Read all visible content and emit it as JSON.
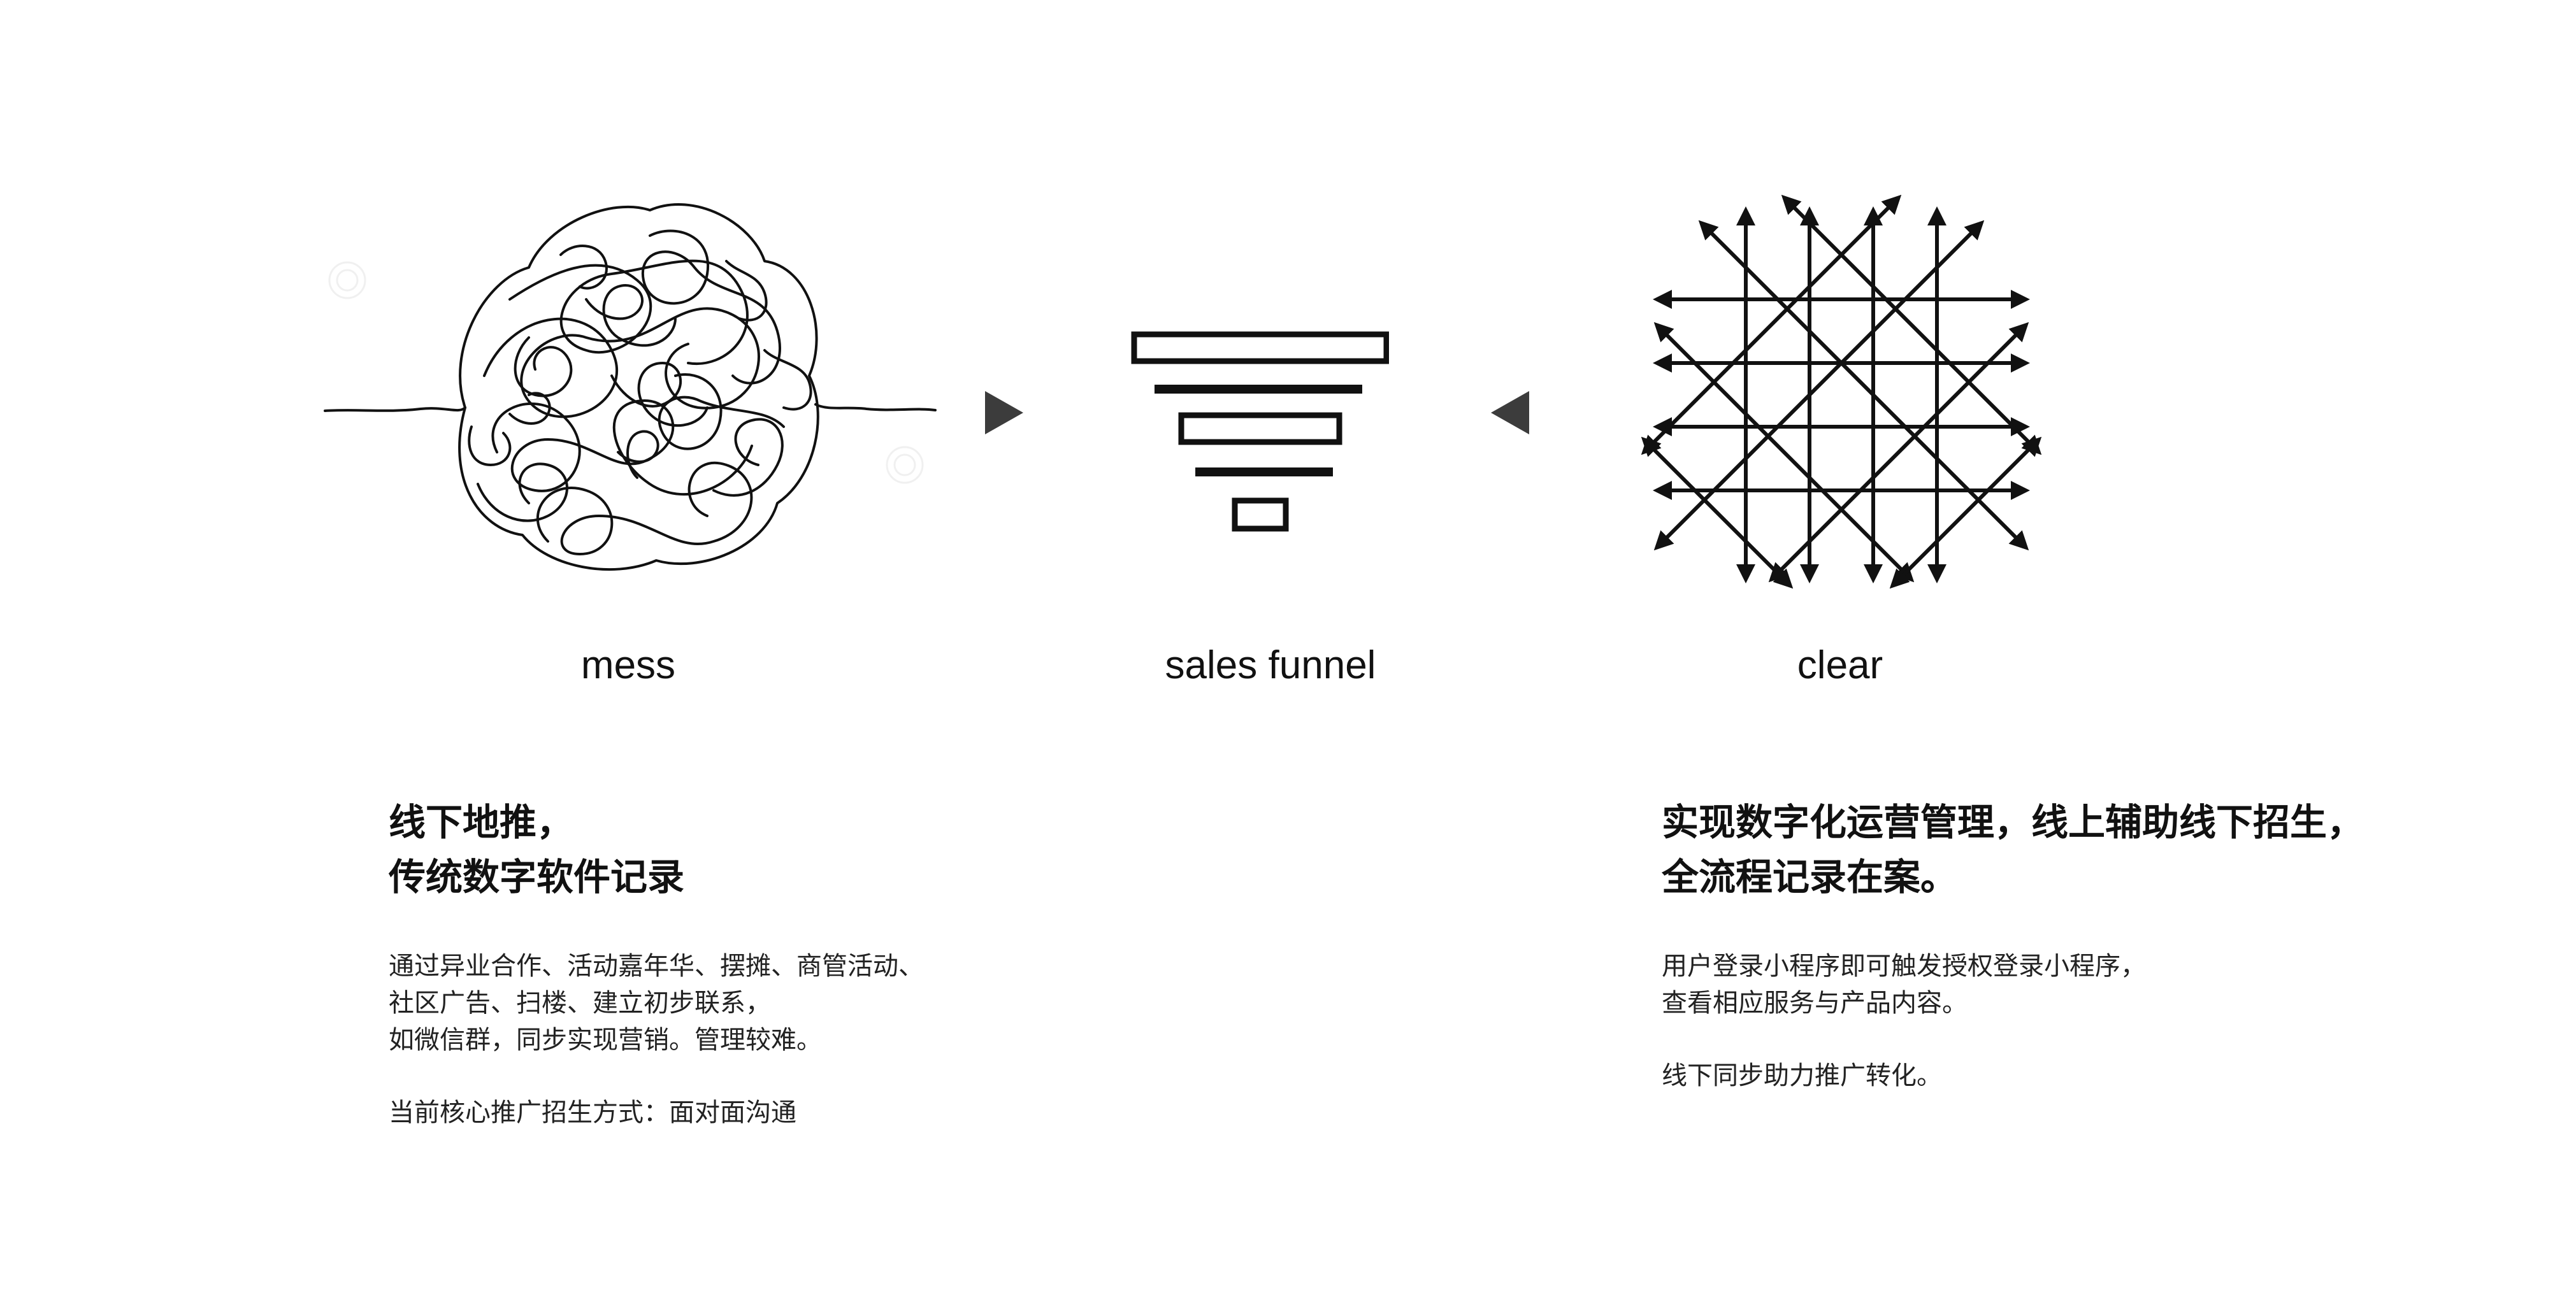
{
  "diagram": {
    "nodes": [
      {
        "id": "mess",
        "caption": "mess",
        "icon": "tangled-scribble-icon"
      },
      {
        "id": "funnel",
        "caption": "sales funnel",
        "icon": "funnel-bars-icon"
      },
      {
        "id": "clear",
        "caption": "clear",
        "icon": "arrow-grid-icon"
      }
    ],
    "edges": [
      {
        "from": "mess",
        "to": "funnel",
        "icon": "triangle-right-icon"
      },
      {
        "from": "clear",
        "to": "funnel",
        "icon": "triangle-left-icon"
      }
    ]
  },
  "left_panel": {
    "heading": [
      "线下地推，",
      "传统数字软件记录"
    ],
    "body": [
      "通过异业合作、活动嘉年华、摆摊、商管活动、",
      "社区广告、扫楼、建立初步联系，",
      "如微信群，同步实现营销。管理较难。",
      "",
      "当前核心推广招生方式：面对面沟通"
    ]
  },
  "right_panel": {
    "heading": [
      "实现数字化运营管理，线上辅助线下招生，",
      "全流程记录在案。"
    ],
    "body": [
      "用户登录小程序即可触发授权登录小程序，",
      "查看相应服务与产品内容。",
      "",
      "线下同步助力推广转化。"
    ]
  },
  "colors": {
    "line": "#111111",
    "arrow_glyph": "#3c3c3c",
    "text": "#111111",
    "background": "#ffffff"
  }
}
